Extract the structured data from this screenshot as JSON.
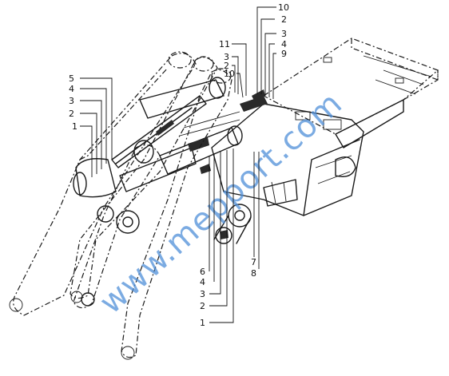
{
  "watermark": "www.mepport.com",
  "callouts_left": [
    "5",
    "4",
    "3",
    "2",
    "1"
  ],
  "callouts_top_right": [
    "10",
    "2",
    "3",
    "4",
    "9"
  ],
  "callouts_top_mid": [
    "11",
    "3",
    "2",
    "10"
  ],
  "callouts_bottom": [
    "6",
    "4",
    "3",
    "2",
    "1"
  ],
  "callouts_bottom_right": [
    "7",
    "8"
  ]
}
